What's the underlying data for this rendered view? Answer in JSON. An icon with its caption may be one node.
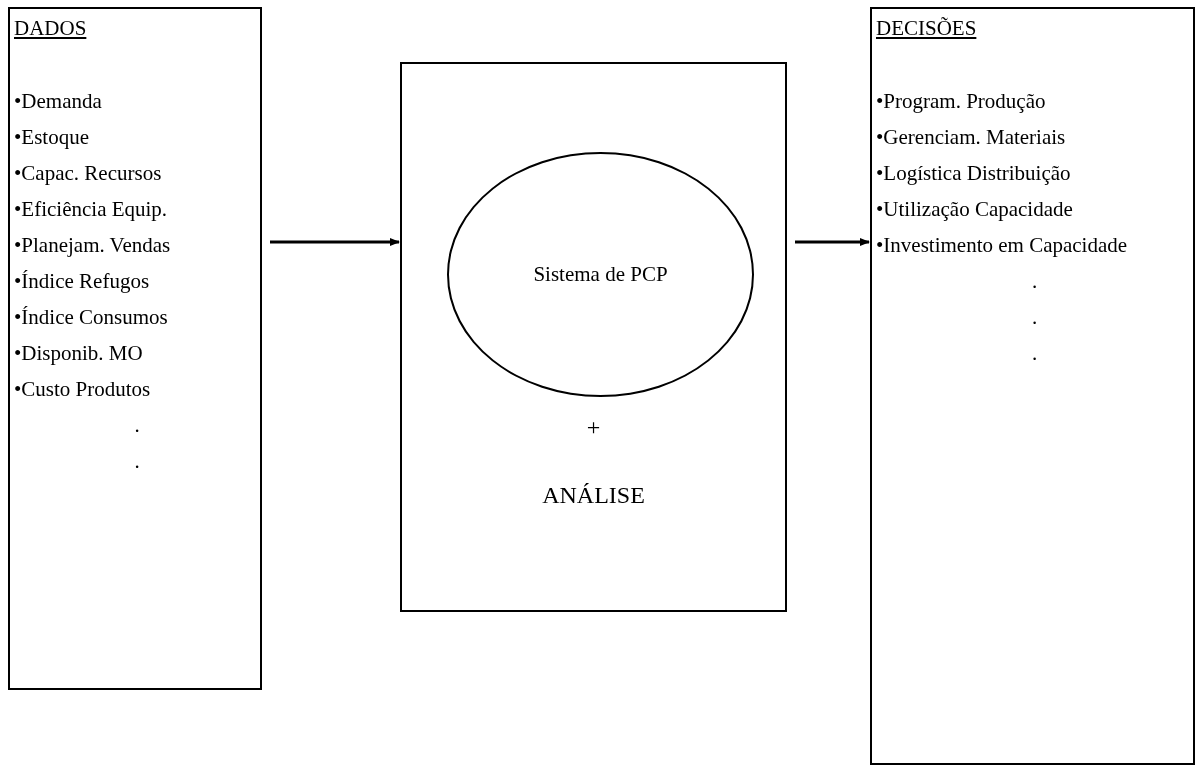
{
  "diagram": {
    "nodes": [
      {
        "text": [
          "DADOS",
          "•Demanda",
          "•Estoque",
          "•Capac. Recursos",
          "•Eficiência Equip.",
          "•Planejam. Vendas",
          "•Índice Refugos",
          "•Índice Consumos",
          "•Disponib. MO",
          "•Custo Produtos",
          ".",
          "."
        ]
      },
      {
        "text": [
          "+",
          "ANÁLISE"
        ]
      },
      {
        "text": [
          "Sistema de PCP"
        ],
        "in": 1
      },
      {
        "text": [
          "DECISÕES",
          "•Program. Produção",
          "•Gerenciam. Materiais",
          "•Logística Distribuição",
          "•Utilização Capacidade",
          "•Investimento em Capacidade",
          ".",
          ".",
          "."
        ]
      }
    ],
    "edges": [
      {
        "from": 0,
        "to": 1,
        "arrow": "to"
      },
      {
        "from": 1,
        "to": 3,
        "arrow": "to"
      }
    ]
  }
}
